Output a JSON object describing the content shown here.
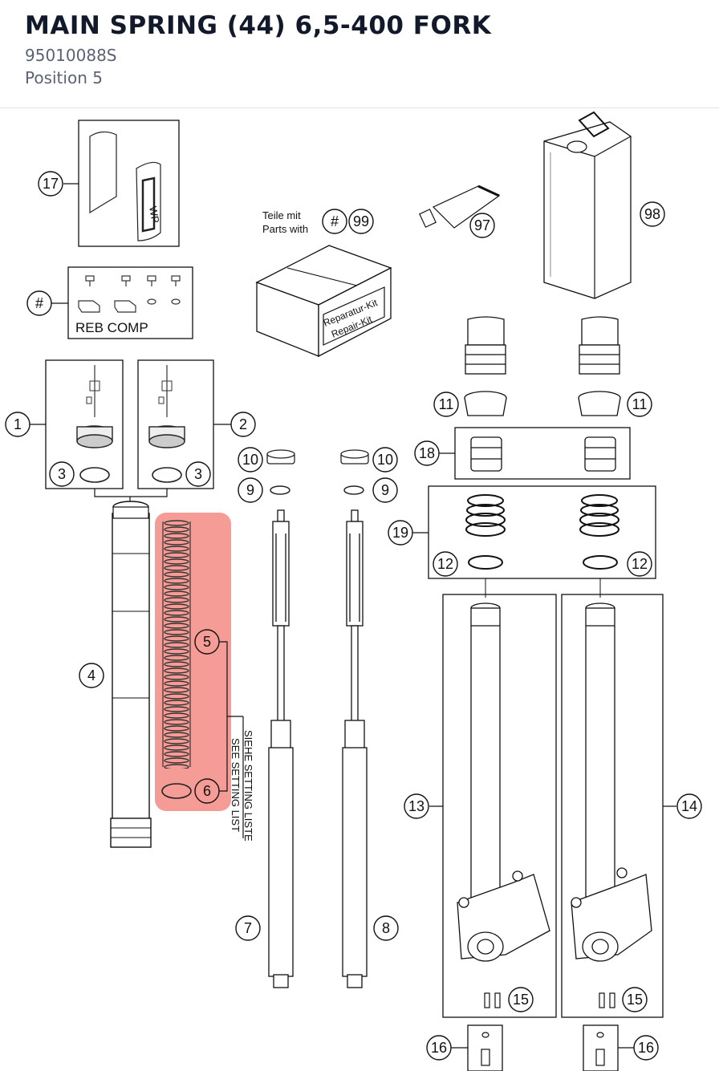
{
  "header": {
    "title": "MAIN SPRING (44) 6,5-400 FORK",
    "part_number": "95010088S",
    "position": "Position 5"
  },
  "diagram": {
    "highlight_color": "#f28b82",
    "callouts": {
      "c17": "17",
      "chash1": "#",
      "chash2": "#",
      "c99": "99",
      "c97": "97",
      "c98": "98",
      "c1": "1",
      "c2": "2",
      "c3a": "3",
      "c3b": "3",
      "c4": "4",
      "c5": "5",
      "c6": "6",
      "c7": "7",
      "c8": "8",
      "c9a": "9",
      "c9b": "9",
      "c10a": "10",
      "c10b": "10",
      "c11a": "11",
      "c11b": "11",
      "c12a": "12",
      "c12b": "12",
      "c13": "13",
      "c14": "14",
      "c15a": "15",
      "c15b": "15",
      "c16a": "16",
      "c16b": "16",
      "c18": "18",
      "c19": "19"
    },
    "labels": {
      "reb_comp": "REB COMP",
      "parts_with_de": "Teile mit",
      "parts_with_en": "Parts with",
      "repair_kit_de": "Reparatur-Kit",
      "repair_kit_en": "Repair-Kit",
      "setting_list_de": "SIEHE SETTING LISTE",
      "setting_list_en": "SEE SETTING LIST",
      "sleeve_logo": "WP"
    }
  }
}
